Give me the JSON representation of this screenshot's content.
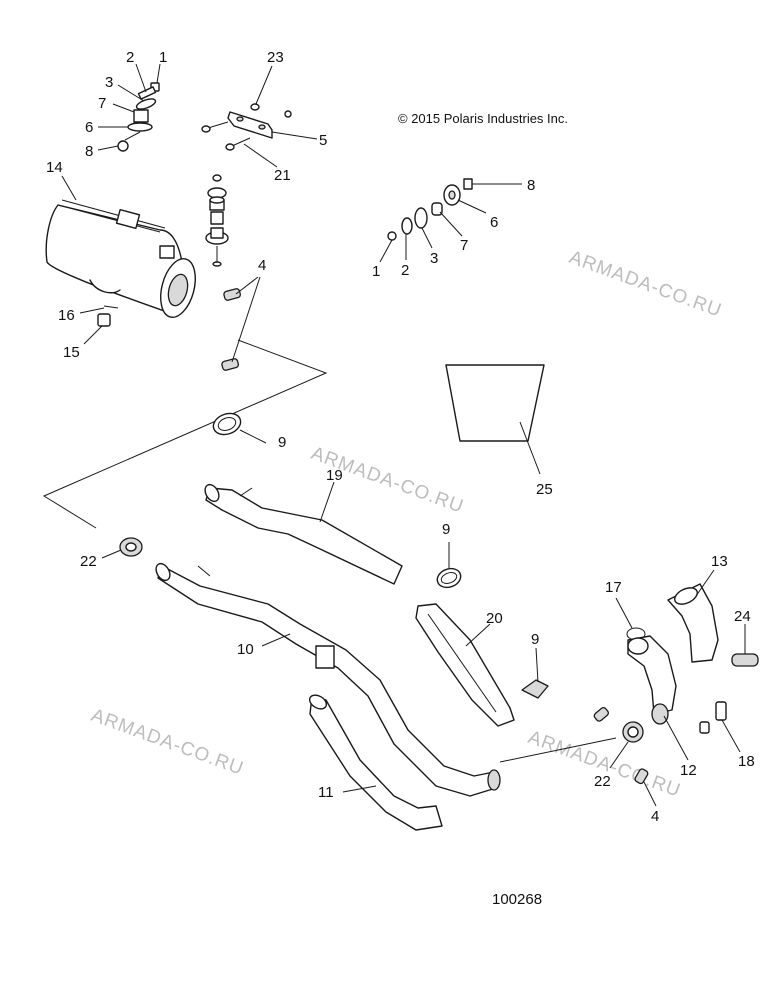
{
  "copyright": "© 2015 Polaris Industries Inc.",
  "document_number": "100268",
  "watermark": "ARMADA-CO.RU",
  "callouts": {
    "c1a": "1",
    "c2a": "2",
    "c3a": "3",
    "c7a": "7",
    "c6a": "6",
    "c8a": "8",
    "c23": "23",
    "c5": "5",
    "c21": "21",
    "c14": "14",
    "c4a": "4",
    "c16": "16",
    "c15": "15",
    "c8b": "8",
    "c6b": "6",
    "c7b": "7",
    "c3b": "3",
    "c2b": "2",
    "c1b": "1",
    "c25": "25",
    "c9a": "9",
    "c19": "19",
    "c9b": "9",
    "c22a": "22",
    "c10": "10",
    "c20": "20",
    "c9c": "9",
    "c17": "17",
    "c13": "13",
    "c24": "24",
    "c11": "11",
    "c22b": "22",
    "c12": "12",
    "c18": "18",
    "c4b": "4"
  }
}
